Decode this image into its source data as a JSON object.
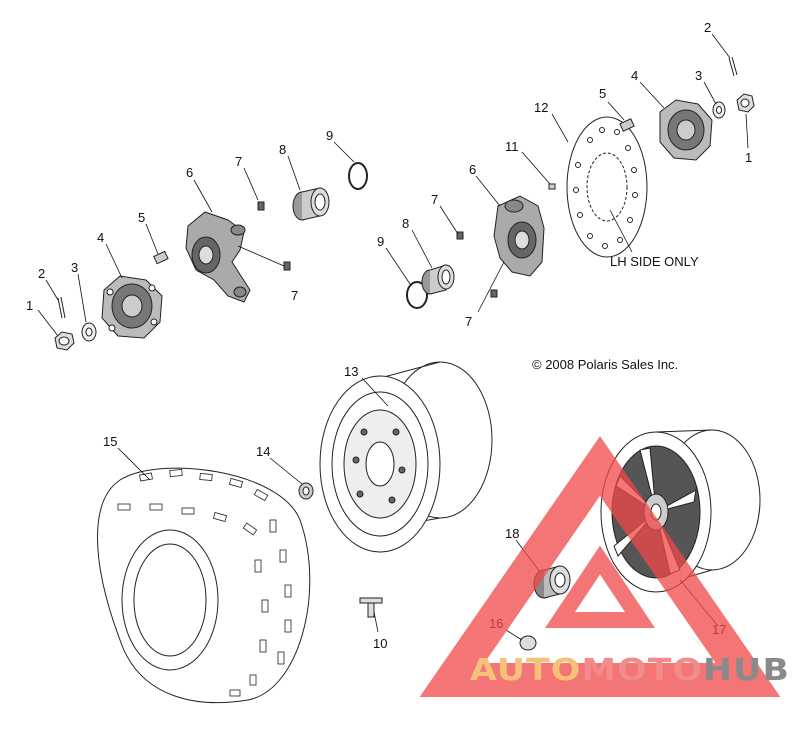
{
  "diagram": {
    "callouts": [
      {
        "id": "c2-left",
        "label": "2"
      },
      {
        "id": "c3-left",
        "label": "3"
      },
      {
        "id": "c1-left",
        "label": "1"
      },
      {
        "id": "c4-left",
        "label": "4"
      },
      {
        "id": "c5-left",
        "label": "5"
      },
      {
        "id": "c6-left",
        "label": "6"
      },
      {
        "id": "c7-left-top",
        "label": "7"
      },
      {
        "id": "c7-left-bottom",
        "label": "7"
      },
      {
        "id": "c8-left",
        "label": "8"
      },
      {
        "id": "c9-left",
        "label": "9"
      },
      {
        "id": "c2-right",
        "label": "2"
      },
      {
        "id": "c4-right",
        "label": "4"
      },
      {
        "id": "c3-right",
        "label": "3"
      },
      {
        "id": "c5-right",
        "label": "5"
      },
      {
        "id": "c1-right",
        "label": "1"
      },
      {
        "id": "c12",
        "label": "12"
      },
      {
        "id": "c11",
        "label": "11"
      },
      {
        "id": "c6-right",
        "label": "6"
      },
      {
        "id": "c7-right-top",
        "label": "7"
      },
      {
        "id": "c8-right",
        "label": "8"
      },
      {
        "id": "c9-right",
        "label": "9"
      },
      {
        "id": "c7-right-bottom",
        "label": "7"
      },
      {
        "id": "c13",
        "label": "13"
      },
      {
        "id": "c14",
        "label": "14"
      },
      {
        "id": "c15",
        "label": "15"
      },
      {
        "id": "c10",
        "label": "10"
      },
      {
        "id": "c18",
        "label": "18"
      },
      {
        "id": "c16",
        "label": "16"
      },
      {
        "id": "c17",
        "label": "17"
      }
    ],
    "rotor_note": "LH SIDE ONLY",
    "copyright": "© 2008 Polaris Sales Inc."
  },
  "watermark": {
    "part1": "AUTO",
    "part2": "MOTO",
    "part3": "HUB",
    "colors": {
      "auto": "#f6c27a",
      "moto": "#f28b8b",
      "hub": "#8a8a8a",
      "triangle": "#f04848"
    }
  }
}
